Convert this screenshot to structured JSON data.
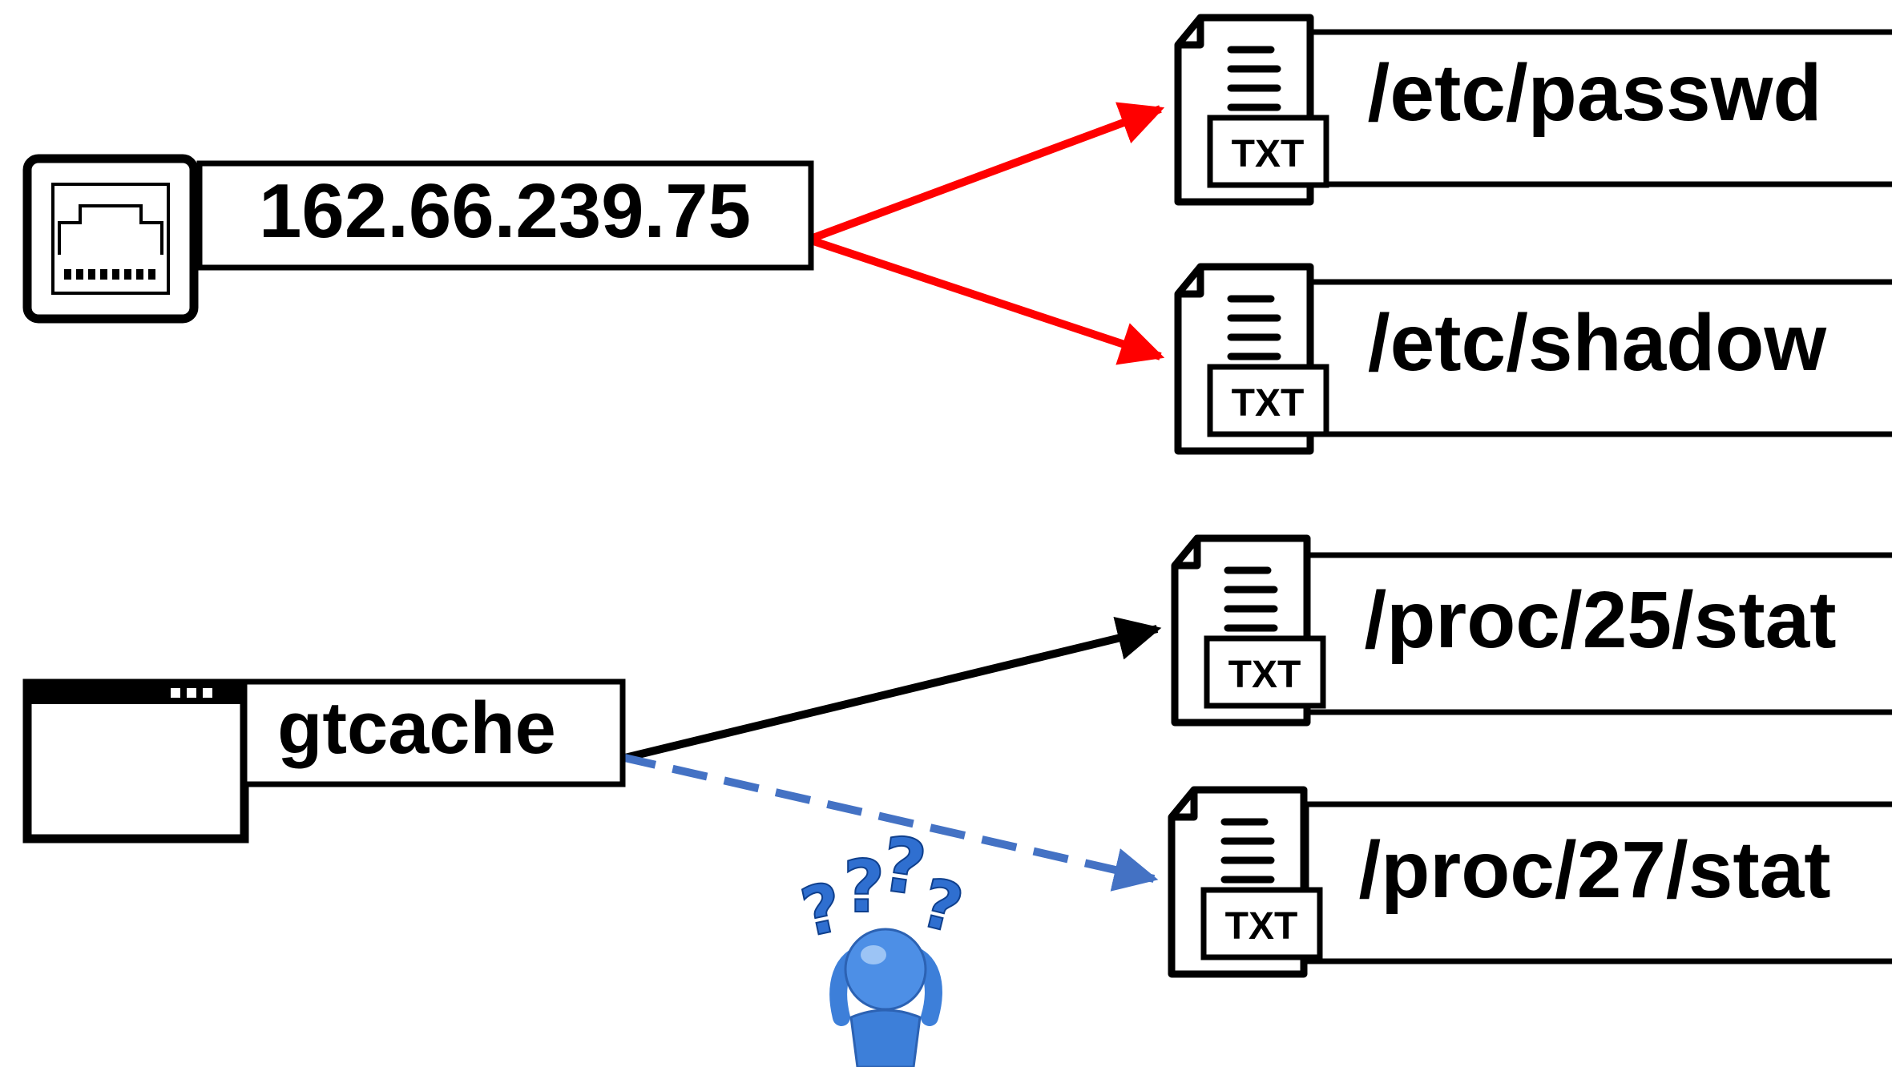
{
  "nodes": {
    "ip": {
      "label": "162.66.239.75",
      "icon": "ethernet-port-icon"
    },
    "process": {
      "label": "gtcache",
      "icon": "application-window-icon"
    }
  },
  "files": [
    {
      "label": "/etc/passwd",
      "icon_text": "TXT"
    },
    {
      "label": "/etc/shadow",
      "icon_text": "TXT"
    },
    {
      "label": "/proc/25/stat",
      "icon_text": "TXT"
    },
    {
      "label": "/proc/27/stat",
      "icon_text": "TXT"
    }
  ],
  "edges": [
    {
      "from": "162.66.239.75",
      "to": "/etc/passwd",
      "style": "solid",
      "color": "#ff0000"
    },
    {
      "from": "162.66.239.75",
      "to": "/etc/shadow",
      "style": "solid",
      "color": "#ff0000"
    },
    {
      "from": "gtcache",
      "to": "/proc/25/stat",
      "style": "solid",
      "color": "#000000"
    },
    {
      "from": "gtcache",
      "to": "/proc/27/stat",
      "style": "dashed",
      "color": "#4472c4"
    }
  ],
  "figure": {
    "icon": "confused-person-icon",
    "marks": [
      "?",
      "?",
      "?",
      "?"
    ]
  }
}
